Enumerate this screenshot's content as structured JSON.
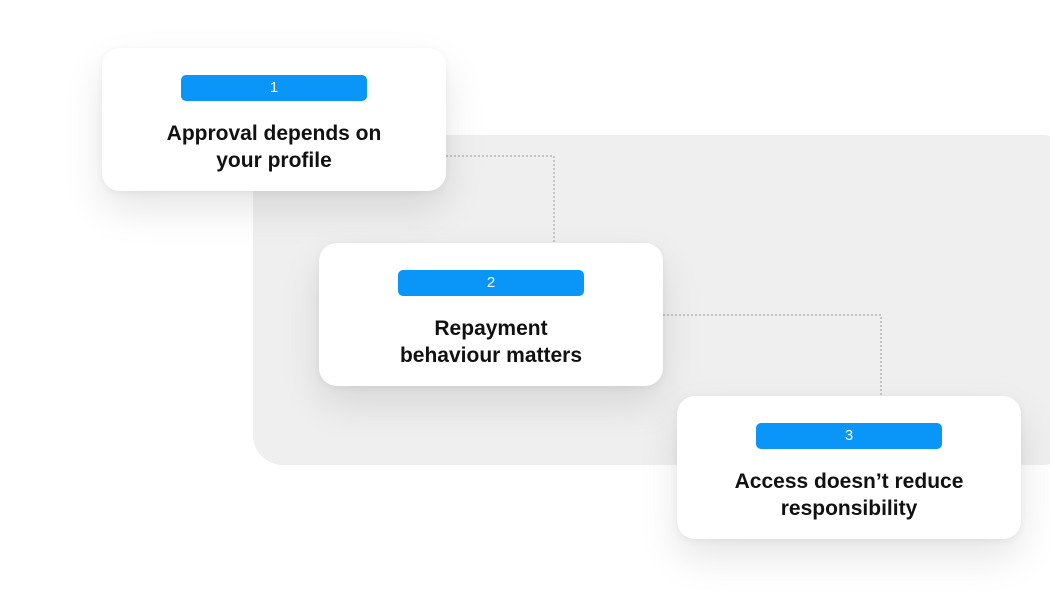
{
  "accent_color": "#0a95f8",
  "steps": [
    {
      "number": "1",
      "title_lines": [
        "Approval depends on",
        "your profile"
      ]
    },
    {
      "number": "2",
      "title_lines": [
        "Repayment",
        "behaviour matters"
      ]
    },
    {
      "number": "3",
      "title_lines": [
        "Access doesn’t reduce",
        "responsibility"
      ]
    }
  ]
}
